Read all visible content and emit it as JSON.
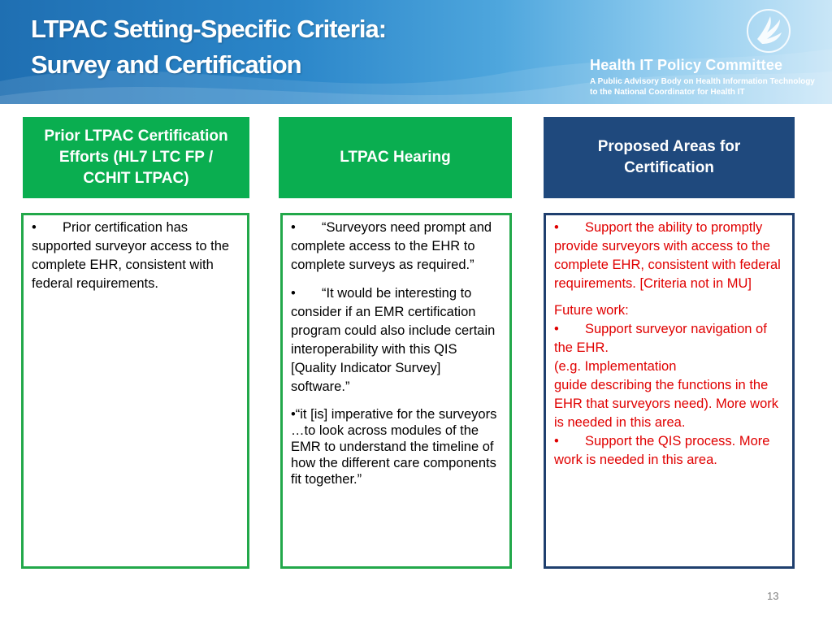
{
  "slide": {
    "title_line1": "LTPAC Setting-Specific Criteria:",
    "title_line2": "Survey and Certification",
    "page_number": "13"
  },
  "logo": {
    "name": "Health IT Policy Committee",
    "sub_line1": "A Public Advisory Body on Health Information Technology",
    "sub_line2": "to the National Coordinator for Health IT",
    "icon": "hhs-eagle-icon"
  },
  "columns": [
    {
      "header": "Prior LTPAC Certification Efforts (HL7 LTC FP / CCHIT LTPAC)",
      "bullet": "•",
      "items": [
        "Prior certification has supported surveyor access to the complete EHR, consistent with federal  requirements."
      ]
    },
    {
      "header": "LTPAC Hearing",
      "bullet": "•",
      "items": [
        "“Surveyors need prompt and complete access to the EHR to complete surveys as required.”",
        "“It would be interesting to consider if an EMR certification program could also include certain interoperability with this QIS [Quality Indicator Survey] software.”",
        "•“it [is] imperative for the surveyors …to look across modules of the EMR to understand the timeline of how the different care components fit together.”"
      ]
    },
    {
      "header": "Proposed Areas for Certification",
      "bullet": "•",
      "item1": "Support the ability to promptly provide surveyors with access to the complete EHR, consistent with federal requirements. [Criteria not in MU]",
      "future_label": "Future work:",
      "item2": "Support  surveyor navigation of the EHR.",
      "item2_note_a": "(e.g.  Implementation",
      "item2_note_b": "guide  describing the functions in the EHR that surveyors need). More work is needed in this area.",
      "item3": "Support the QIS process. More work is needed in this area."
    }
  ],
  "colors": {
    "green_header": "#0aae50",
    "blue_header": "#1f497d",
    "green_border": "#22a84a",
    "blue_border": "#1f3f6e",
    "red_text": "#e00000"
  }
}
